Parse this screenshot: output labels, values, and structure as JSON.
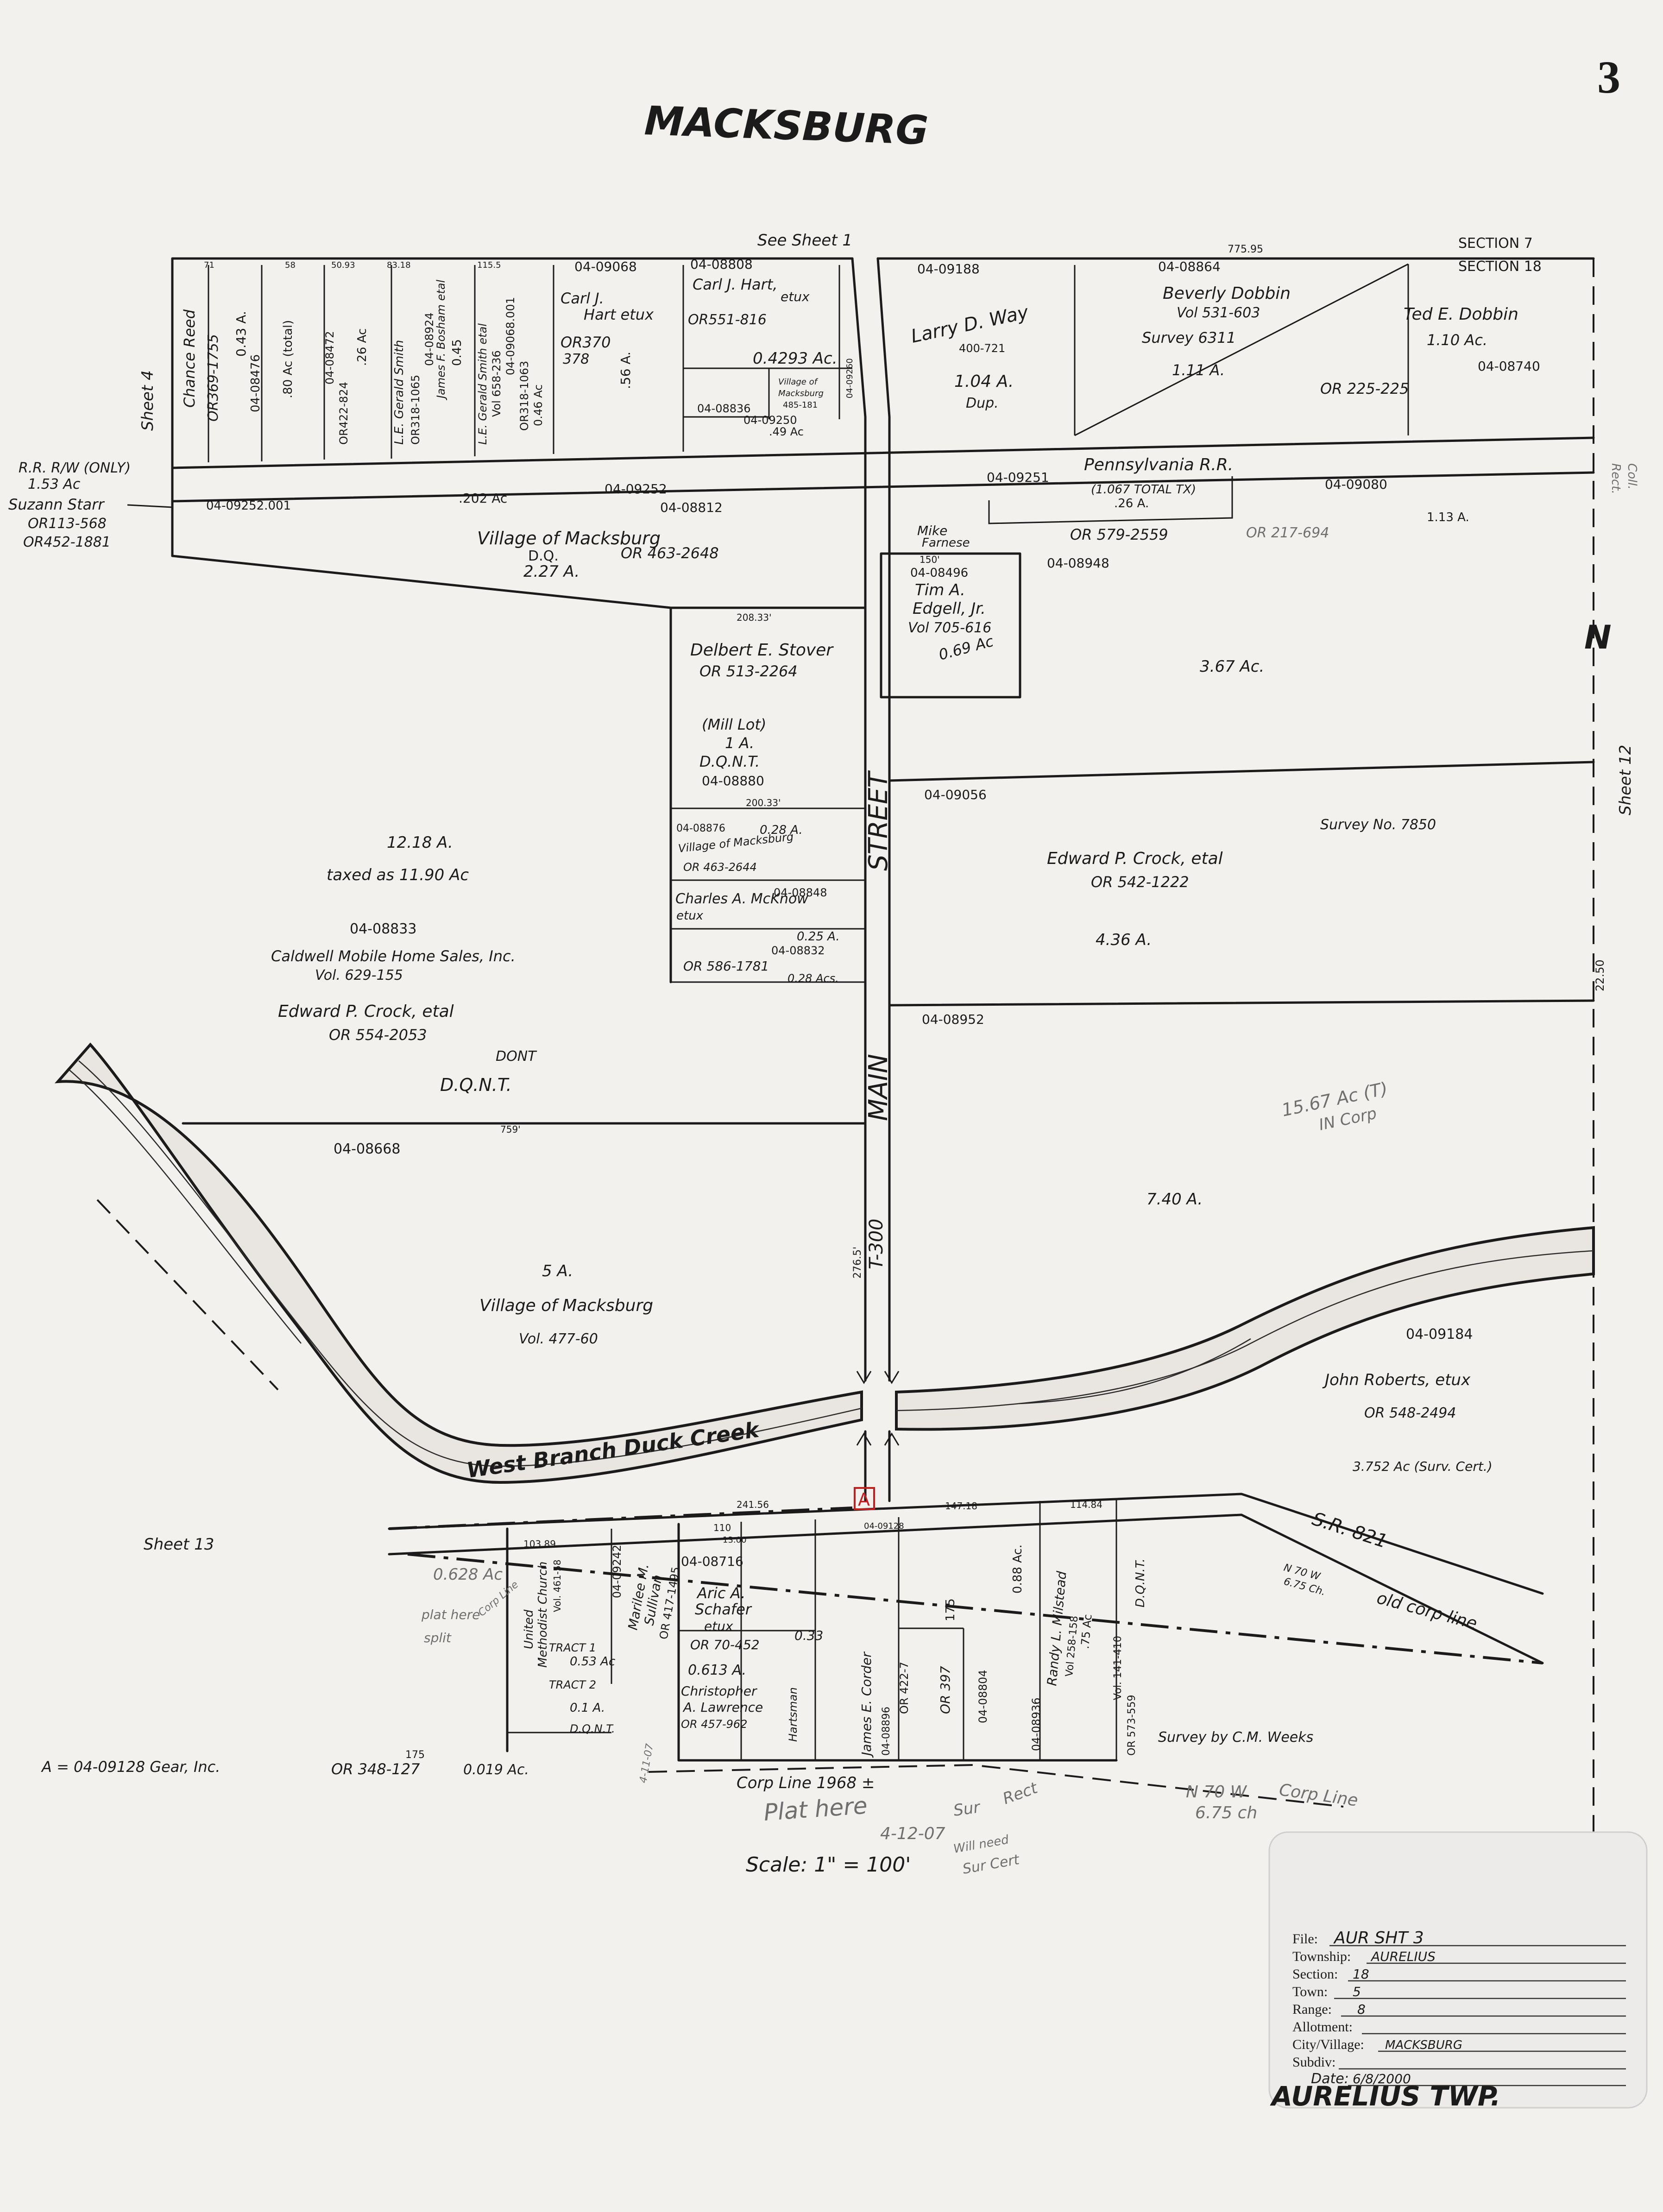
{
  "sheet_number": "3",
  "title": "MACKSBURG",
  "see_sheet_1": "See Sheet 1",
  "sheet_refs": {
    "left": "Sheet 4",
    "right": "Sheet 12",
    "bottom_left": "Sheet 13"
  },
  "section_7": "SECTION 7",
  "section_18": "SECTION 18",
  "street_main": "MAIN",
  "street_street": "STREET",
  "street_width": "T-300",
  "sr_route": "S.R. 821",
  "creek_name": "West Branch Duck Creek",
  "railroad": "Pennsylvania R.R.",
  "rr_rw": {
    "line1": "R.R. R/W (ONLY)",
    "line2": "1.53 Ac"
  },
  "starr": {
    "name": "Suzann Starr",
    "or1": "OR113-568",
    "or2": "OR452-1881",
    "parcel": "04-09252.001"
  },
  "narrow_strip": {
    "ac": ".202 Ac",
    "p1": "04-09252",
    "p2": "04-08812"
  },
  "top_row": [
    {
      "owner": "Chance Reed",
      "or": "OR369-1755"
    },
    {
      "acres": "0.43 A.",
      "parcel": "04-08476"
    },
    {
      "acres": ".80 Ac (total)"
    },
    {
      "parcel": "04-08472",
      "or": "OR422-824",
      "acres": ".26 Ac"
    },
    {
      "owner": "L.E. Gerald Smith",
      "or": "OR318-1065"
    },
    {
      "parcel": "04-08924",
      "owner": "James F. Bosham etal",
      "acres": "0.45"
    },
    {
      "owner": "L.E. Gerald Smith etal",
      "or": "Vol 658-236"
    },
    {
      "parcel": "04-09068.001",
      "or": "OR318-1063",
      "acres": "0.46 Ac"
    }
  ],
  "top_dims": [
    "71",
    "58",
    "50.93",
    "83.18",
    "115.5"
  ],
  "hart_cj": {
    "parcel": "04-09068",
    "owner": "Carl J.",
    "owner2": "Hart etux",
    "or1": "OR370",
    "or2": "378",
    "acres": ".56 A."
  },
  "hart_carl": {
    "parcel": "04-08808",
    "owner": "Carl J. Hart,",
    "etux": "etux",
    "or": "OR551-816",
    "acres": "0.4293 Ac."
  },
  "village_small": {
    "l1": "Village of",
    "l2": "Macksburg",
    "l3": "485-181",
    "acres": ".49 Ac",
    "p1": "04-08836",
    "p2": "04-09250",
    "p3": "04-09260"
  },
  "way": {
    "parcel": "04-09188",
    "owner": "Larry D. Way",
    "or": "400-721",
    "acres": "1.04 A.",
    "dup": "Dup."
  },
  "dobbin_b": {
    "parcel": "04-08864",
    "owner": "Beverly Dobbin",
    "vol": "Vol 531-603",
    "survey": "Survey 6311",
    "acres": "1.11 A."
  },
  "dobbin_t": {
    "owner": "Ted E. Dobbin",
    "acres": "1.10 Ac.",
    "parcel": "04-08740",
    "or": "OR 225-225"
  },
  "top_right_dim": "775.95",
  "rr_parcels": {
    "p1": "04-09251",
    "total": "(1.067 TOTAL TX)",
    "acres": ".26 A.",
    "p2": "04-09080",
    "acres2": "1.13 A."
  },
  "village_main": {
    "l1": "Village of Macksburg",
    "dqnt": "D.Q.",
    "or": "OR 463-2648",
    "acres": "2.27 A."
  },
  "farnese": {
    "l1": "Mike",
    "l2": "Farnese",
    "or": "OR 579-2559",
    "or2": "OR 217-694"
  },
  "edgell": {
    "parcel": "04-08496",
    "owner": "Tim A.",
    "owner2": "Edgell, Jr.",
    "vol": "Vol 705-616",
    "acres": "0.69 Ac",
    "p_below": "04-08948",
    "dim": "150'"
  },
  "east_367": "3.67 Ac.",
  "stover": {
    "owner": "Delbert E. Stover",
    "or": "OR 513-2264",
    "mill": "(Mill Lot)",
    "acres": "1 A.",
    "dqnt": "D.Q.N.T.",
    "parcel": "04-08880",
    "dim_top": "208.33'",
    "dim_bot": "200.33'"
  },
  "village_lot": {
    "parcel": "04-08876",
    "acres": "0.28 A.",
    "l1": "Village of Macksburg",
    "or": "OR 463-2644"
  },
  "mcknow": {
    "owner": "Charles A. McKnow",
    "etux": "etux",
    "parcel": "04-08848",
    "acres": "0.25 A.",
    "p2": "04-08832",
    "or": "OR 586-1781",
    "acres2": "0.28 Acs."
  },
  "crock_east": {
    "parcel": "04-09056",
    "survey": "Survey No. 7850",
    "owner": "Edward P. Crock, etal",
    "or": "OR 542-1222",
    "acres": "4.36 A.",
    "p_below": "04-08952"
  },
  "crock_west": {
    "acres": "12.18 A.",
    "taxed": "taxed as 11.90 Ac",
    "parcel": "04-08833",
    "company": "Caldwell Mobile Home Sales, Inc.",
    "vol": "Vol. 629-155",
    "owner": "Edward P. Crock, etal",
    "or": "OR 554-2053",
    "dqnt": "D.Q.N.T.",
    "dont": "DONT"
  },
  "pencil_corp": {
    "l1": "15.67 Ac (T)",
    "l2": "IN Corp"
  },
  "west_dim": "759'",
  "west_parcel": "04-08668",
  "east_740": "7.40 A.",
  "village_creek": {
    "acres": "5 A.",
    "l1": "Village of Macksburg",
    "vol": "Vol. 477-60"
  },
  "main_dim": "276.5'",
  "roberts": {
    "parcel": "04-09184",
    "owner": "John Roberts, etux",
    "or": "OR 548-2494",
    "acres": "3.752 Ac (Surv. Cert.)"
  },
  "marker_a": "A",
  "south": {
    "dims": [
      "241.56",
      "147.18",
      "114.84",
      "103.89",
      "110",
      "13.00"
    ],
    "schafer": {
      "parcel": "04-08716",
      "owner": "Aric A.",
      "owner2": "Schafer",
      "etux": "etux",
      "or": "OR 70-452"
    },
    "lawrence": {
      "acres": "0.613 A.",
      "owner": "Christopher",
      "owner2": "A. Lawrence",
      "or": "OR 457-962"
    },
    "church": {
      "l1": "United",
      "l2": "Methodist Church",
      "vol": "Vol. 461-58",
      "tract": "TRACT 1"
    },
    "sullivan": {
      "parcel": "04-09242",
      "owner": "Marilee M.",
      "owner2": "Sullivan",
      "or": "OR 417-1495"
    },
    "tract2": "TRACT 2",
    "tract2_acres": "0.1 A.",
    "acres_053": "0.53 Ac",
    "dqnt": "D.Q.N.T.",
    "parcel_09128": "04-09128",
    "acres_033": "0.33",
    "corder": {
      "owner": "James E. Corder",
      "parcel": "04-08896",
      "or": "OR 422-7"
    },
    "or_397": "OR 397",
    "dim_175": "175",
    "parcel_08804": "04-08804",
    "acres_088": "0.88 Ac.",
    "milstead": {
      "owner": "Randy L. Milstead",
      "vol": "Vol 258-158",
      "acres": ".75 Ac",
      "parcel": "04-08936"
    },
    "dqnt_right": {
      "dqnt": "D.Q.N.T.",
      "vol": "Vol. 141-410",
      "or": "OR 573-559"
    },
    "hartsman": "Hartsman",
    "survey_by": "Survey by C.M. Weeks"
  },
  "old_corp": {
    "label": "old corp line",
    "bearing": "N 70 W",
    "dist": "6.75 Ch."
  },
  "corp_line": {
    "label": "Corp Line 1968 ±",
    "bearing": "N 70 W",
    "dist": "6.75 ch",
    "corp": "Corp Line"
  },
  "pencil_notes": {
    "plat_here": "Plat here",
    "date": "4-12-07",
    "sur": "Sur",
    "rect": "Rect",
    "will_need": "Will need",
    "sur_cert": "Sur Cert",
    "left_note1": "0.628 Ac",
    "left_note2": "plat here",
    "left_note3": "split",
    "corp_line_small": "Corp Line",
    "date_small": "4-11-07"
  },
  "bottom_left": {
    "gear": "A = 04-09128 Gear, Inc.",
    "or": "OR 348-127",
    "acres": "0.019 Ac.",
    "dim": "175"
  },
  "scale": "Scale: 1\" = 100'",
  "north_marker": "N",
  "right_edge": {
    "dim": "22.50",
    "note1": "Coll.",
    "note2": "Rect."
  },
  "card": {
    "file_label": "File:",
    "file_value": "AUR SHT 3",
    "township_label": "Township:",
    "township_value": "AURELIUS",
    "section_label": "Section:",
    "section_value": "18",
    "town_label": "Town:",
    "town_value": "5",
    "range_label": "Range:",
    "range_value": "8",
    "allotment_label": "Allotment:",
    "allotment_value": "",
    "city_label": "City/Village:",
    "city_value": "MACKSBURG",
    "subdiv_label": "Subdiv:",
    "subdiv_value": "",
    "date_label": "Date:",
    "date_value": "6/8/2000"
  },
  "twp_stamp": "AURELIUS TWP."
}
